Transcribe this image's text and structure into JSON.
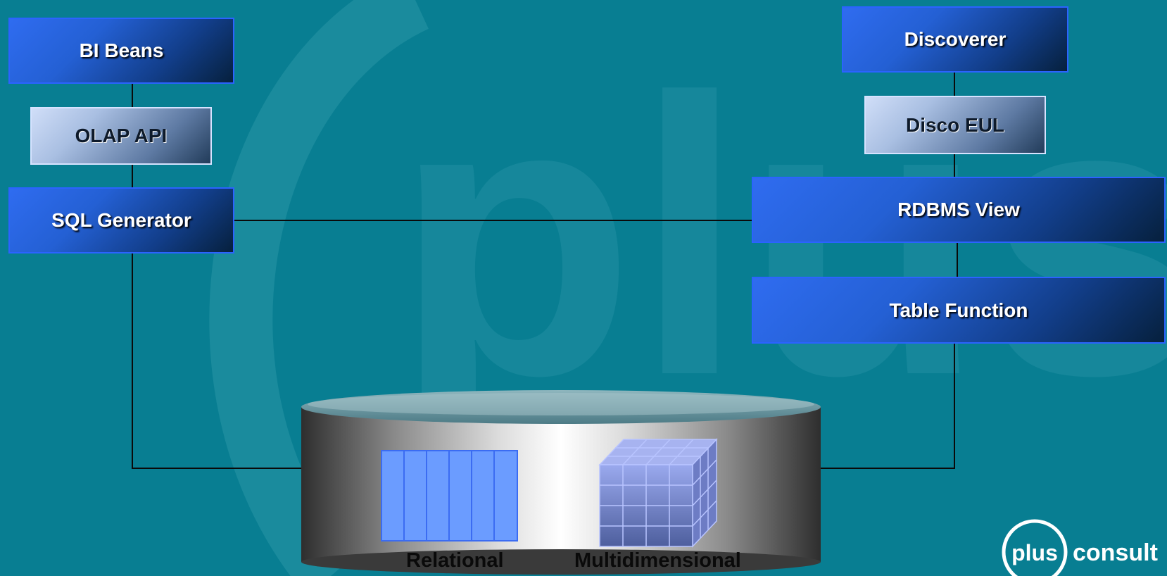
{
  "boxes": {
    "bi_beans": "BI Beans",
    "olap_api": "OLAP API",
    "sql_generator": "SQL Generator",
    "discoverer": "Discoverer",
    "disco_eul": "Disco EUL",
    "rdbms_view": "RDBMS View",
    "table_function": "Table Function"
  },
  "database": {
    "relational_label": "Relational",
    "multidimensional_label": "Multidimensional"
  },
  "watermark": {
    "text": "plus"
  },
  "logo": {
    "word_in_circle": "plus",
    "word_after": "consult"
  },
  "colors": {
    "background": "#087e92",
    "box_dark": "#2460d4",
    "box_light": "#a9bfe2",
    "relational_cells": "#6b9cff",
    "cube_cells": "#7f93d6"
  }
}
